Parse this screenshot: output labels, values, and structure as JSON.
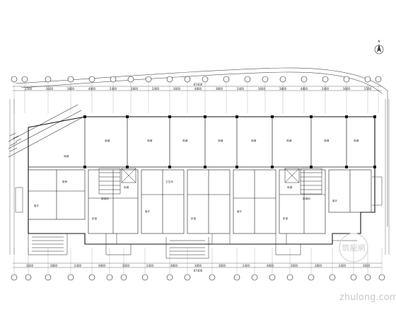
{
  "north_label": "N",
  "dims": {
    "top_total": "67400",
    "bottom_total": "67400",
    "top_segments": [
      "2500",
      "3600",
      "3800",
      "4800",
      "2400",
      "3800",
      "2400",
      "3600",
      "4800",
      "3800",
      "2400",
      "3600",
      "3800",
      "4800",
      "2400",
      "3600",
      "2500"
    ],
    "bottom_segments": [
      "3600",
      "3800",
      "2400",
      "4800",
      "3600",
      "2400",
      "4800",
      "3800",
      "3600",
      "2400",
      "4800",
      "3600",
      "3800",
      "2400",
      "3600"
    ]
  },
  "rooms": {
    "shop": "商铺",
    "living": "客厅",
    "bedroom": "卧室",
    "kitchen": "厨房",
    "bath": "卫生间",
    "stair": "楼梯间",
    "elevator": "电梯"
  },
  "watermark": {
    "text": "zhulong.com",
    "logo": "筑龍網"
  }
}
